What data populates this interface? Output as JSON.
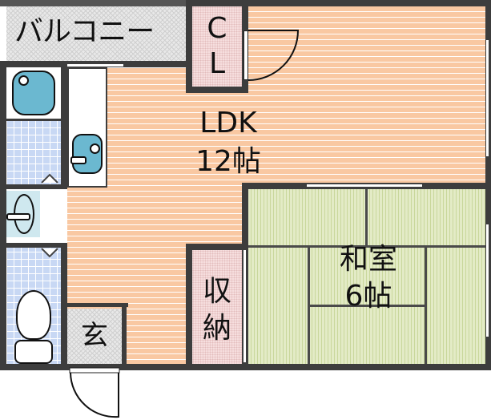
{
  "floorplan": {
    "rooms": {
      "balcony": {
        "label": "バルコニー"
      },
      "closet": {
        "label_line1": "C",
        "label_line2": "L"
      },
      "ldk": {
        "label": "LDK",
        "size": "12帖"
      },
      "washitsu": {
        "label": "和室",
        "size": "6帖"
      },
      "storage": {
        "label_line1": "収",
        "label_line2": "納"
      },
      "entrance": {
        "label": "玄"
      }
    },
    "colors": {
      "wall": "#3d3d3d",
      "flooring": "#f9c8a2",
      "tatami": "#e3ebc6",
      "balcony": "#e8e8e8",
      "closet": "#f6dede",
      "tile": "#c8d8f4",
      "fixture": "#6bb8d0"
    }
  }
}
